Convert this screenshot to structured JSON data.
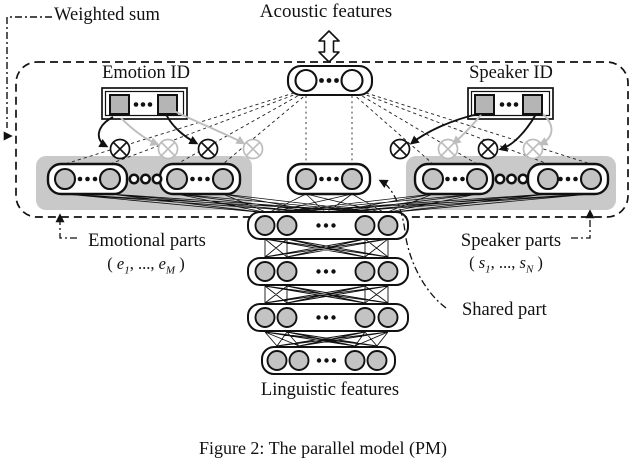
{
  "labels": {
    "acoustic": "Acoustic features",
    "weighted_sum": "Weighted sum",
    "emotion_id": "Emotion ID",
    "speaker_id": "Speaker ID",
    "emotional_parts": "Emotional parts",
    "emotional_range": {
      "open": "( ",
      "v1": "e",
      "s1": "1",
      "mid": ", ..., ",
      "v2": "e",
      "s2": "M",
      "close": " )"
    },
    "speaker_parts": "Speaker parts",
    "speaker_range": {
      "open": "( ",
      "v1": "s",
      "s1": "1",
      "mid": ", ..., ",
      "v2": "s",
      "s2": "N",
      "close": " )"
    },
    "shared_part": "Shared part",
    "linguistic": "Linguistic features",
    "caption": "Figure 2: The parallel model (PM)"
  },
  "colors": {
    "ink": "#111111",
    "gray_line": "#bdbdbd",
    "band_fill": "#c9c9c9",
    "node_fill": "#c3c3c3",
    "square_fill": "#b5b5b5",
    "background": "#ffffff"
  },
  "icons": {
    "acoustic_arrow": "double-headed-vertical-arrow",
    "multiply_node": "circled-times",
    "pointer_arrows": "dash-dot-arrow"
  }
}
